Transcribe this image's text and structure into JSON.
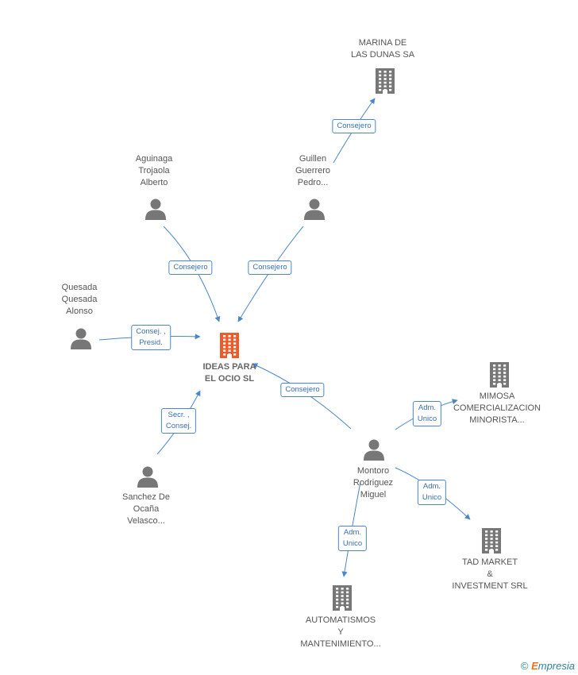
{
  "nodes": [
    {
      "id": "ideas",
      "label": "IDEAS PARA\nEL OCIO SL",
      "type": "company",
      "main": true
    },
    {
      "id": "marina",
      "label": "MARINA DE\nLAS DUNAS SA",
      "type": "company"
    },
    {
      "id": "aguinaga",
      "label": "Aguinaga\nTrojaola\nAlberto",
      "type": "person"
    },
    {
      "id": "guillen",
      "label": "Guillen\nGuerrero\nPedro...",
      "type": "person"
    },
    {
      "id": "quesada",
      "label": "Quesada\nQuesada\nAlonso",
      "type": "person"
    },
    {
      "id": "sanchez",
      "label": "Sanchez De\nOcaña\nVelasco...",
      "type": "person"
    },
    {
      "id": "montoro",
      "label": "Montoro\nRodriguez\nMiguel",
      "type": "person"
    },
    {
      "id": "mimosa",
      "label": "MIMOSA\nCOMERCIALIZACION\nMINORISTA...",
      "type": "company"
    },
    {
      "id": "tad",
      "label": "TAD MARKET\n&\nINVESTMENT SRL",
      "type": "company"
    },
    {
      "id": "automatismos",
      "label": "AUTOMATISMOS\nY\nMANTENIMIENTO...",
      "type": "company"
    }
  ],
  "edges": [
    {
      "from": "guillen",
      "to": "marina",
      "label": "Consejero"
    },
    {
      "from": "aguinaga",
      "to": "ideas",
      "label": "Consejero"
    },
    {
      "from": "guillen",
      "to": "ideas",
      "label": "Consejero"
    },
    {
      "from": "quesada",
      "to": "ideas",
      "label": "Consej. ,\nPresid."
    },
    {
      "from": "sanchez",
      "to": "ideas",
      "label": "Secr. ,\nConsej."
    },
    {
      "from": "montoro",
      "to": "ideas",
      "label": "Consejero"
    },
    {
      "from": "montoro",
      "to": "mimosa",
      "label": "Adm.\nUnico"
    },
    {
      "from": "montoro",
      "to": "tad",
      "label": "Adm.\nUnico"
    },
    {
      "from": "montoro",
      "to": "automatismos",
      "label": "Adm.\nUnico"
    }
  ],
  "colors": {
    "main_company": "#f05a28",
    "company": "#777777",
    "person": "#777777",
    "edge": "#4a86c8"
  },
  "footer": {
    "copyright": "©",
    "brand_initial": "E",
    "brand_rest": "mpresia"
  }
}
